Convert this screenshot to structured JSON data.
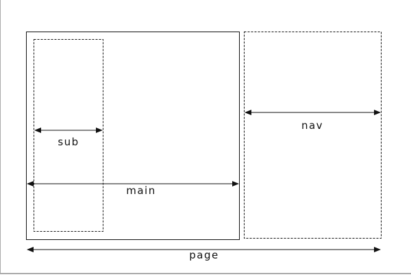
{
  "diagram": {
    "labels": {
      "page": "page",
      "main": "main",
      "sub": "sub",
      "nav": "nav"
    },
    "colors": {
      "stroke": "#111111",
      "frame": "#a9a9a9",
      "background": "#ffffff"
    }
  }
}
